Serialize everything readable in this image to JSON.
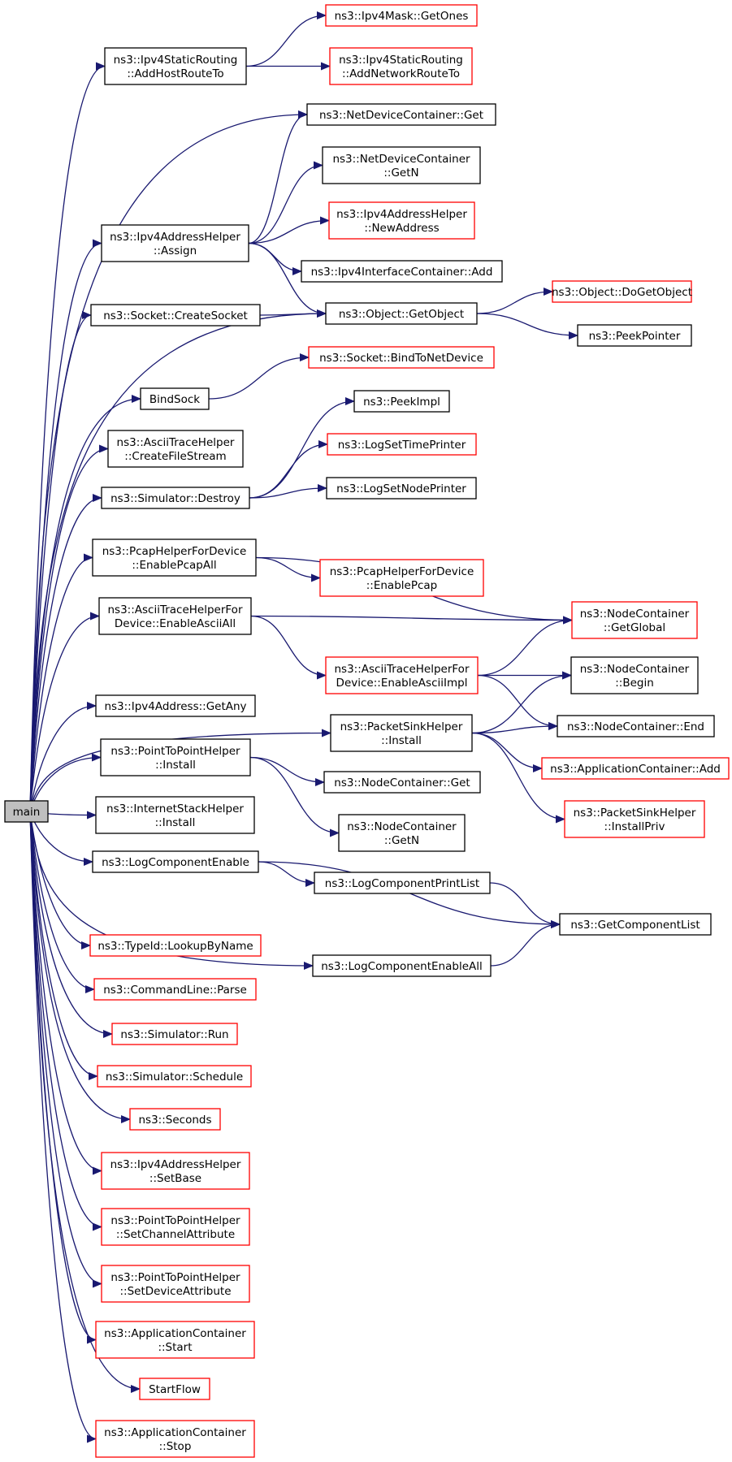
{
  "colors": {
    "edge": "#191970",
    "box_linked": "#000000",
    "box_external": "#ff0000",
    "box_root_fill": "#bfbfbf",
    "box_fill": "#ffffff"
  },
  "nodes": [
    {
      "id": "main",
      "lines": [
        "main"
      ],
      "style": "root"
    },
    {
      "id": "addHostRouteTo",
      "lines": [
        "ns3::Ipv4StaticRouting",
        "::AddHostRouteTo"
      ],
      "style": "linked"
    },
    {
      "id": "getOnes",
      "lines": [
        "ns3::Ipv4Mask::GetOnes"
      ],
      "style": "external"
    },
    {
      "id": "addNetworkRouteTo",
      "lines": [
        "ns3::Ipv4StaticRouting",
        "::AddNetworkRouteTo"
      ],
      "style": "external"
    },
    {
      "id": "ndcGet",
      "lines": [
        "ns3::NetDeviceContainer::Get"
      ],
      "style": "linked"
    },
    {
      "id": "ndcGetN",
      "lines": [
        "ns3::NetDeviceContainer",
        "::GetN"
      ],
      "style": "linked"
    },
    {
      "id": "assign",
      "lines": [
        "ns3::Ipv4AddressHelper",
        "::Assign"
      ],
      "style": "linked"
    },
    {
      "id": "newAddress",
      "lines": [
        "ns3::Ipv4AddressHelper",
        "::NewAddress"
      ],
      "style": "external"
    },
    {
      "id": "iicAdd",
      "lines": [
        "ns3::Ipv4InterfaceContainer::Add"
      ],
      "style": "linked"
    },
    {
      "id": "createSocket",
      "lines": [
        "ns3::Socket::CreateSocket"
      ],
      "style": "linked"
    },
    {
      "id": "getObject",
      "lines": [
        "ns3::Object::GetObject"
      ],
      "style": "linked"
    },
    {
      "id": "doGetObject",
      "lines": [
        "ns3::Object::DoGetObject"
      ],
      "style": "external"
    },
    {
      "id": "peekPointer",
      "lines": [
        "ns3::PeekPointer"
      ],
      "style": "linked"
    },
    {
      "id": "bindToNetDevice",
      "lines": [
        "ns3::Socket::BindToNetDevice"
      ],
      "style": "external"
    },
    {
      "id": "bindSock",
      "lines": [
        "BindSock"
      ],
      "style": "linked"
    },
    {
      "id": "peekImpl",
      "lines": [
        "ns3::PeekImpl"
      ],
      "style": "linked"
    },
    {
      "id": "createFileStream",
      "lines": [
        "ns3::AsciiTraceHelper",
        "::CreateFileStream"
      ],
      "style": "linked"
    },
    {
      "id": "logSetTimePrinter",
      "lines": [
        "ns3::LogSetTimePrinter"
      ],
      "style": "external"
    },
    {
      "id": "simDestroy",
      "lines": [
        "ns3::Simulator::Destroy"
      ],
      "style": "linked"
    },
    {
      "id": "logSetNodePrinter",
      "lines": [
        "ns3::LogSetNodePrinter"
      ],
      "style": "linked"
    },
    {
      "id": "enablePcapAll",
      "lines": [
        "ns3::PcapHelperForDevice",
        "::EnablePcapAll"
      ],
      "style": "linked"
    },
    {
      "id": "enablePcap",
      "lines": [
        "ns3::PcapHelperForDevice",
        "::EnablePcap"
      ],
      "style": "external"
    },
    {
      "id": "enableAsciiAll",
      "lines": [
        "ns3::AsciiTraceHelperFor",
        "Device::EnableAsciiAll"
      ],
      "style": "linked"
    },
    {
      "id": "ncGetGlobal",
      "lines": [
        "ns3::NodeContainer",
        "::GetGlobal"
      ],
      "style": "external"
    },
    {
      "id": "enableAsciiImpl",
      "lines": [
        "ns3::AsciiTraceHelperFor",
        "Device::EnableAsciiImpl"
      ],
      "style": "external"
    },
    {
      "id": "ncBegin",
      "lines": [
        "ns3::NodeContainer",
        "::Begin"
      ],
      "style": "linked"
    },
    {
      "id": "getAny",
      "lines": [
        "ns3::Ipv4Address::GetAny"
      ],
      "style": "linked"
    },
    {
      "id": "pshInstall",
      "lines": [
        "ns3::PacketSinkHelper",
        "::Install"
      ],
      "style": "linked"
    },
    {
      "id": "ncEnd",
      "lines": [
        "ns3::NodeContainer::End"
      ],
      "style": "linked"
    },
    {
      "id": "appContAdd",
      "lines": [
        "ns3::ApplicationContainer::Add"
      ],
      "style": "external"
    },
    {
      "id": "p2pInstall",
      "lines": [
        "ns3::PointToPointHelper",
        "::Install"
      ],
      "style": "linked"
    },
    {
      "id": "ncGet",
      "lines": [
        "ns3::NodeContainer::Get"
      ],
      "style": "linked"
    },
    {
      "id": "installPriv",
      "lines": [
        "ns3::PacketSinkHelper",
        "::InstallPriv"
      ],
      "style": "external"
    },
    {
      "id": "ishInstall",
      "lines": [
        "ns3::InternetStackHelper",
        "::Install"
      ],
      "style": "linked"
    },
    {
      "id": "ncGetN",
      "lines": [
        "ns3::NodeContainer",
        "::GetN"
      ],
      "style": "linked"
    },
    {
      "id": "logComponentEnable",
      "lines": [
        "ns3::LogComponentEnable"
      ],
      "style": "linked"
    },
    {
      "id": "logComponentPrintList",
      "lines": [
        "ns3::LogComponentPrintList"
      ],
      "style": "linked"
    },
    {
      "id": "getComponentList",
      "lines": [
        "ns3::GetComponentList"
      ],
      "style": "linked"
    },
    {
      "id": "lookupByName",
      "lines": [
        "ns3::TypeId::LookupByName"
      ],
      "style": "external"
    },
    {
      "id": "logComponentEnableAll",
      "lines": [
        "ns3::LogComponentEnableAll"
      ],
      "style": "linked"
    },
    {
      "id": "cmdParse",
      "lines": [
        "ns3::CommandLine::Parse"
      ],
      "style": "external"
    },
    {
      "id": "simRun",
      "lines": [
        "ns3::Simulator::Run"
      ],
      "style": "external"
    },
    {
      "id": "simSchedule",
      "lines": [
        "ns3::Simulator::Schedule"
      ],
      "style": "external"
    },
    {
      "id": "seconds",
      "lines": [
        "ns3::Seconds"
      ],
      "style": "external"
    },
    {
      "id": "setBase",
      "lines": [
        "ns3::Ipv4AddressHelper",
        "::SetBase"
      ],
      "style": "external"
    },
    {
      "id": "setChannelAttribute",
      "lines": [
        "ns3::PointToPointHelper",
        "::SetChannelAttribute"
      ],
      "style": "external"
    },
    {
      "id": "setDeviceAttribute",
      "lines": [
        "ns3::PointToPointHelper",
        "::SetDeviceAttribute"
      ],
      "style": "external"
    },
    {
      "id": "appStart",
      "lines": [
        "ns3::ApplicationContainer",
        "::Start"
      ],
      "style": "external"
    },
    {
      "id": "startFlow",
      "lines": [
        "StartFlow"
      ],
      "style": "external"
    },
    {
      "id": "appStop",
      "lines": [
        "ns3::ApplicationContainer",
        "::Stop"
      ],
      "style": "external"
    }
  ],
  "edges": [
    [
      "main",
      "addHostRouteTo"
    ],
    [
      "main",
      "ndcGet"
    ],
    [
      "main",
      "assign"
    ],
    [
      "main",
      "createSocket"
    ],
    [
      "main",
      "getObject"
    ],
    [
      "main",
      "bindSock"
    ],
    [
      "main",
      "createFileStream"
    ],
    [
      "main",
      "simDestroy"
    ],
    [
      "main",
      "enablePcapAll"
    ],
    [
      "main",
      "enableAsciiAll"
    ],
    [
      "main",
      "pshInstall"
    ],
    [
      "main",
      "getAny"
    ],
    [
      "main",
      "p2pInstall"
    ],
    [
      "main",
      "ishInstall"
    ],
    [
      "main",
      "logComponentEnable"
    ],
    [
      "main",
      "logComponentEnableAll"
    ],
    [
      "main",
      "lookupByName"
    ],
    [
      "main",
      "cmdParse"
    ],
    [
      "main",
      "simRun"
    ],
    [
      "main",
      "simSchedule"
    ],
    [
      "main",
      "seconds"
    ],
    [
      "main",
      "setBase"
    ],
    [
      "main",
      "setChannelAttribute"
    ],
    [
      "main",
      "setDeviceAttribute"
    ],
    [
      "main",
      "appStart"
    ],
    [
      "main",
      "startFlow"
    ],
    [
      "main",
      "appStop"
    ],
    [
      "addHostRouteTo",
      "getOnes"
    ],
    [
      "addHostRouteTo",
      "addNetworkRouteTo"
    ],
    [
      "assign",
      "ndcGet"
    ],
    [
      "assign",
      "ndcGetN"
    ],
    [
      "assign",
      "newAddress"
    ],
    [
      "assign",
      "iicAdd"
    ],
    [
      "assign",
      "getObject"
    ],
    [
      "createSocket",
      "getObject"
    ],
    [
      "getObject",
      "doGetObject"
    ],
    [
      "getObject",
      "peekPointer"
    ],
    [
      "bindSock",
      "bindToNetDevice"
    ],
    [
      "simDestroy",
      "peekImpl"
    ],
    [
      "simDestroy",
      "logSetTimePrinter"
    ],
    [
      "simDestroy",
      "logSetNodePrinter"
    ],
    [
      "enablePcapAll",
      "ncGetGlobal"
    ],
    [
      "enablePcapAll",
      "enablePcap"
    ],
    [
      "enableAsciiAll",
      "ncGetGlobal"
    ],
    [
      "enableAsciiAll",
      "enableAsciiImpl"
    ],
    [
      "enableAsciiImpl",
      "ncGetGlobal"
    ],
    [
      "enableAsciiImpl",
      "ncBegin"
    ],
    [
      "enableAsciiImpl",
      "ncEnd"
    ],
    [
      "pshInstall",
      "ncBegin"
    ],
    [
      "pshInstall",
      "ncEnd"
    ],
    [
      "pshInstall",
      "appContAdd"
    ],
    [
      "pshInstall",
      "installPriv"
    ],
    [
      "p2pInstall",
      "ncGet"
    ],
    [
      "p2pInstall",
      "ncGetN"
    ],
    [
      "logComponentEnable",
      "logComponentPrintList"
    ],
    [
      "logComponentEnable",
      "getComponentList"
    ],
    [
      "logComponentPrintList",
      "getComponentList"
    ],
    [
      "logComponentEnableAll",
      "getComponentList"
    ]
  ]
}
